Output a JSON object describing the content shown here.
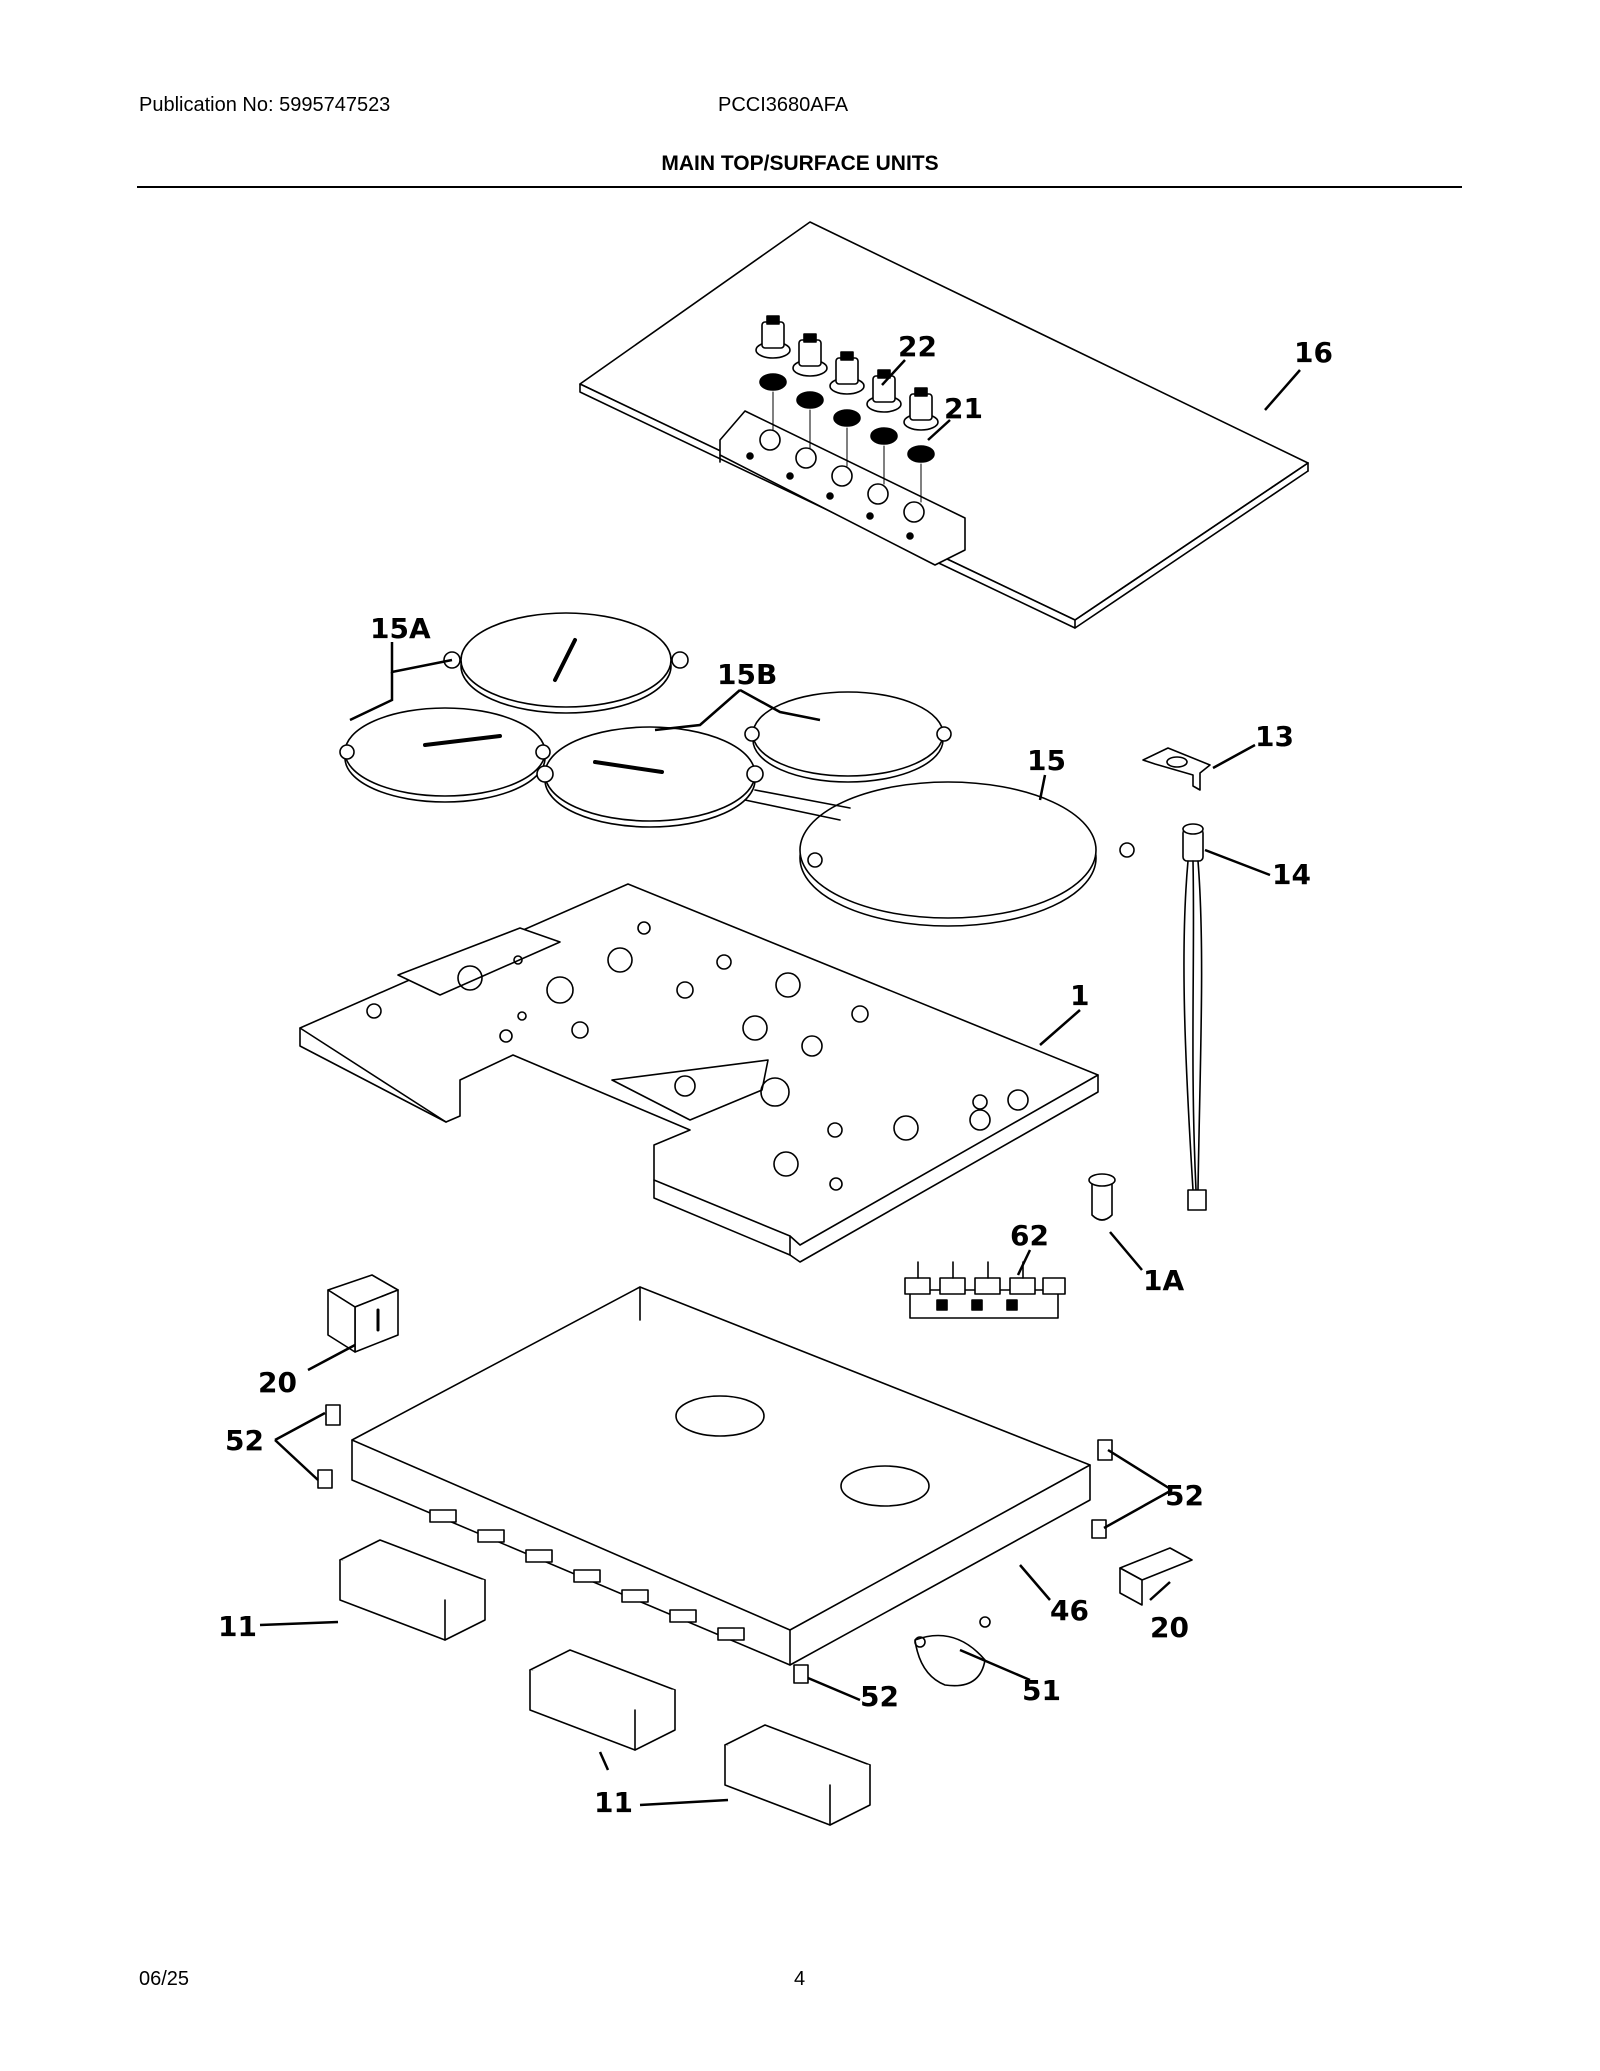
{
  "header": {
    "publication": "Publication No: 5995747523",
    "model": "PCCI3680AFA",
    "section_title": "MAIN TOP/SURFACE UNITS"
  },
  "callouts": {
    "c16": "16",
    "c22": "22",
    "c21": "21",
    "c15A": "15A",
    "c15B": "15B",
    "c15": "15",
    "c13": "13",
    "c14": "14",
    "c1": "1",
    "c62": "62",
    "c1A": "1A",
    "c20a": "20",
    "c20b": "20",
    "c52a": "52",
    "c52b": "52",
    "c52c": "52",
    "c46": "46",
    "c51": "51",
    "c11a": "11",
    "c11b": "11"
  },
  "footer": {
    "date": "06/25",
    "page": "4"
  }
}
